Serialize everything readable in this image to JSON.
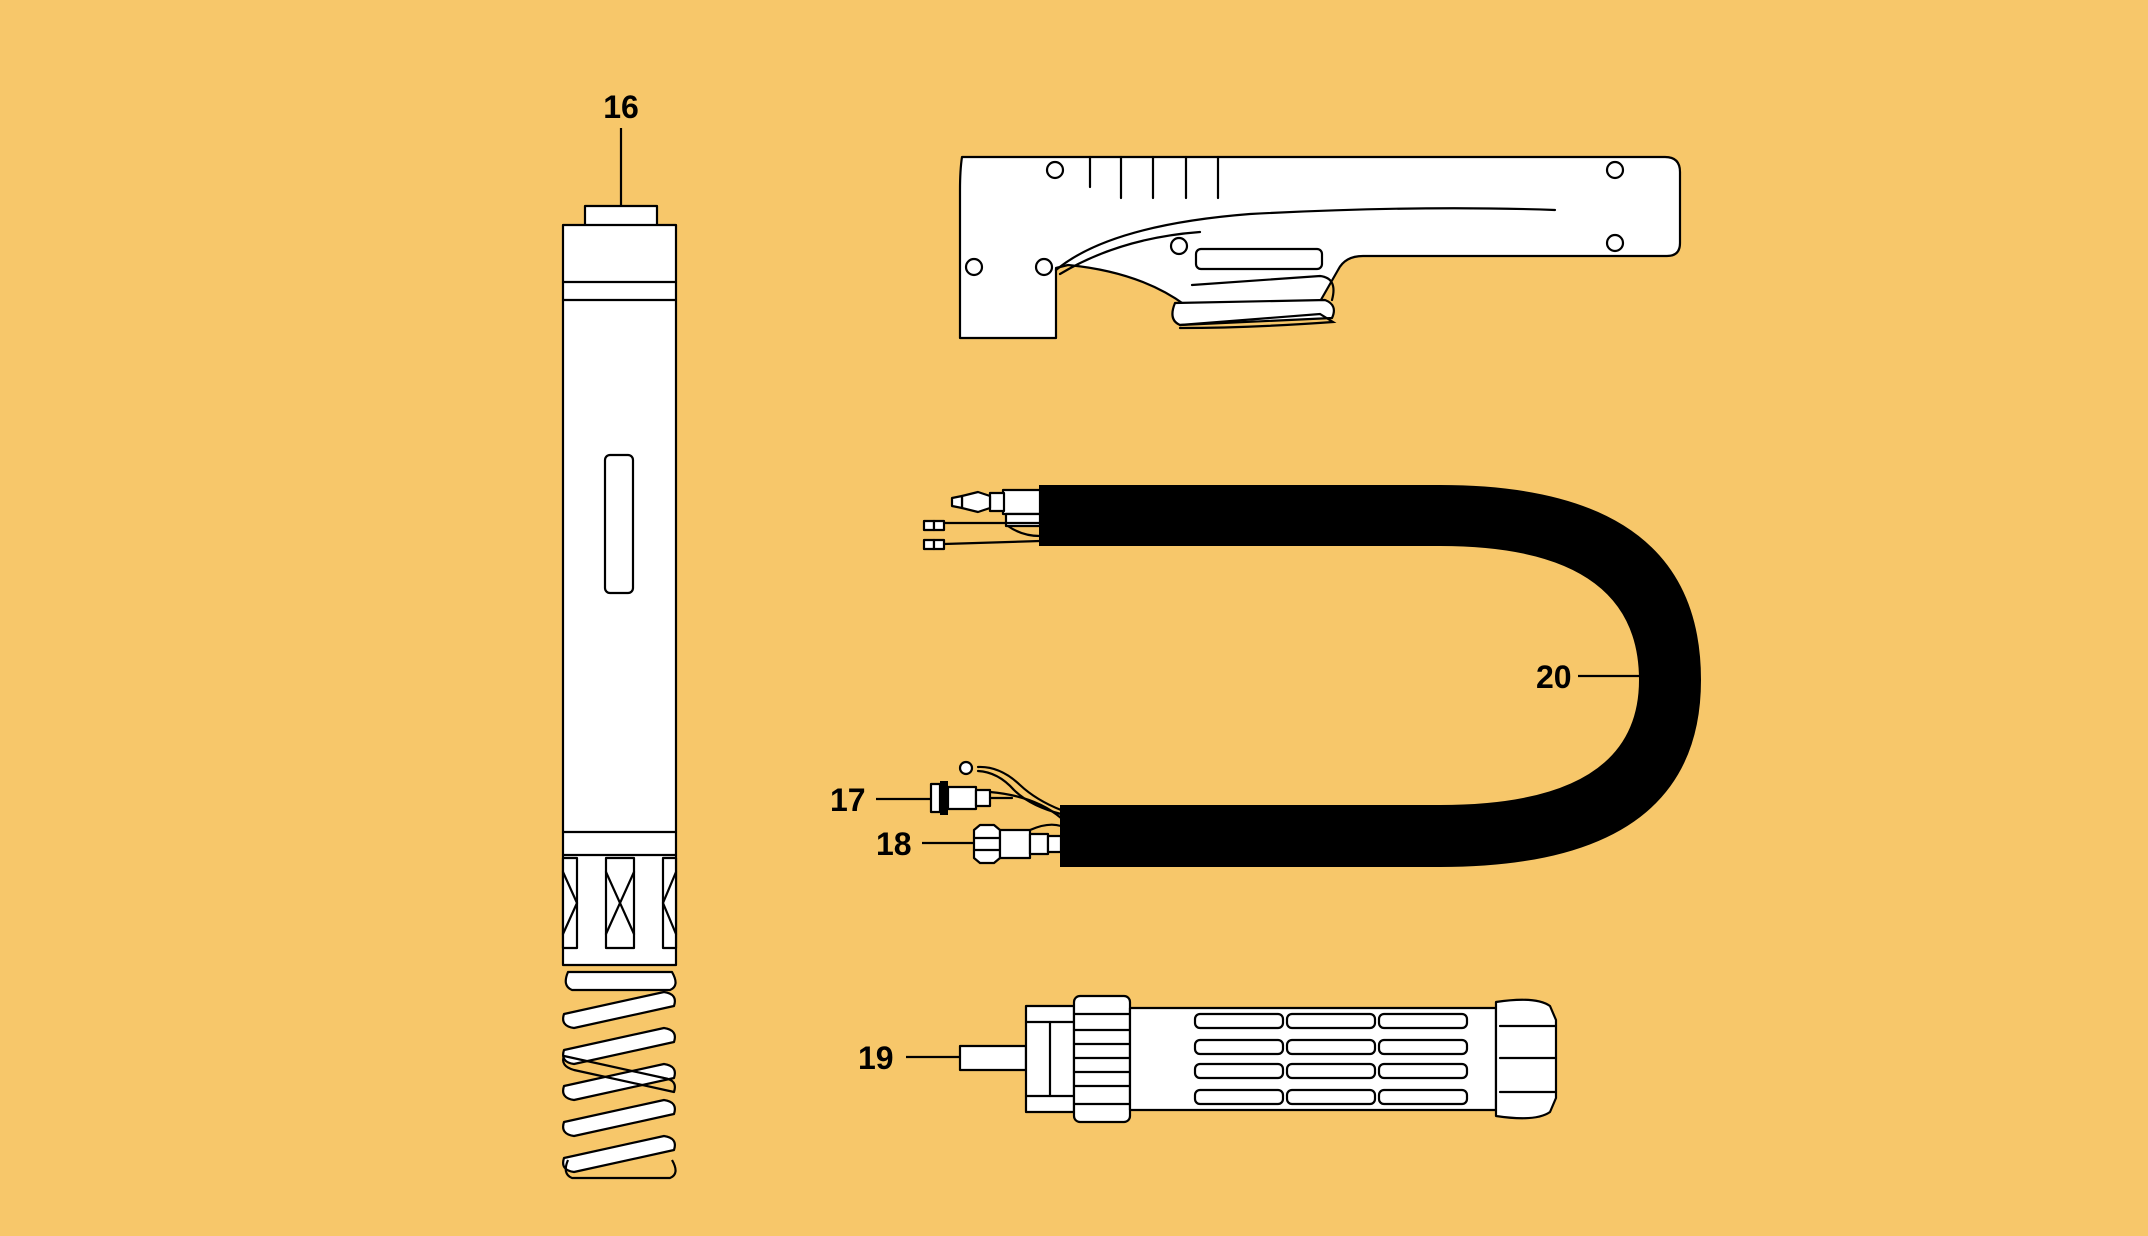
{
  "background_color": "#F7C76A",
  "callouts": {
    "c16": "16",
    "c17": "17",
    "c18": "18",
    "c19": "19",
    "c20": "20"
  }
}
